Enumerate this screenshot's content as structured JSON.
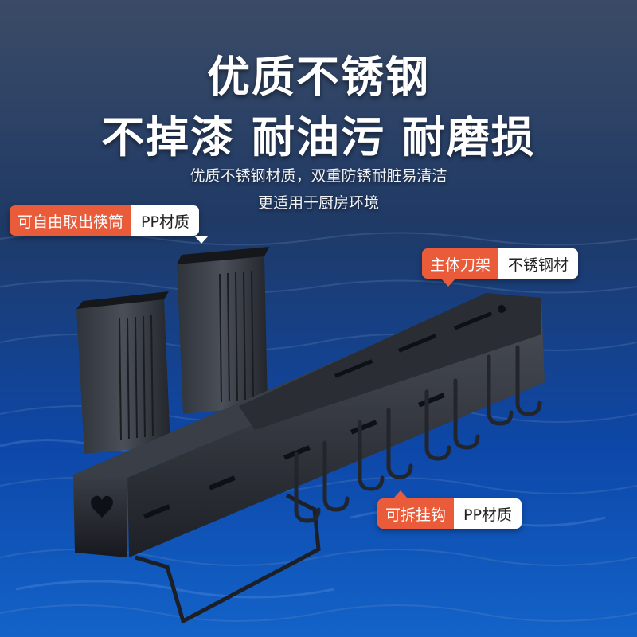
{
  "headline": {
    "line1": "优质不锈钢",
    "line2": "不掉漆 耐油污 耐磨损"
  },
  "subtitle": {
    "line1": "优质不锈钢材质，双重防锈耐脏易清洁",
    "line2": "更适用于厨房环境"
  },
  "callouts": {
    "holder": {
      "feature": "可自由取出筷筒",
      "material": "PP材质"
    },
    "rack": {
      "feature": "主体刀架",
      "material": "不锈钢材"
    },
    "hooks": {
      "feature": "可拆挂钩",
      "material": "PP材质"
    }
  },
  "colors": {
    "accent": "#ea5b3a",
    "product": "#2a2d33",
    "background": "#1c2638"
  }
}
